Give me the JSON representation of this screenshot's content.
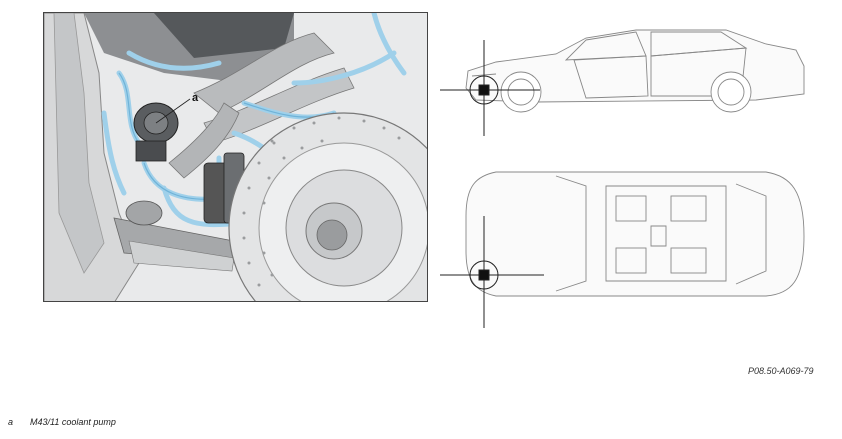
{
  "callout_letter": "a",
  "figure_ref": "P08.50-A069-79",
  "legend": [
    {
      "key": "a",
      "text": "M43/11 coolant pump"
    }
  ],
  "colors": {
    "hose_blue": "#9fd0ea",
    "hose_blue_dark": "#6fb3d8",
    "metal_grey": "#c9cbcd",
    "line": "#333333"
  }
}
